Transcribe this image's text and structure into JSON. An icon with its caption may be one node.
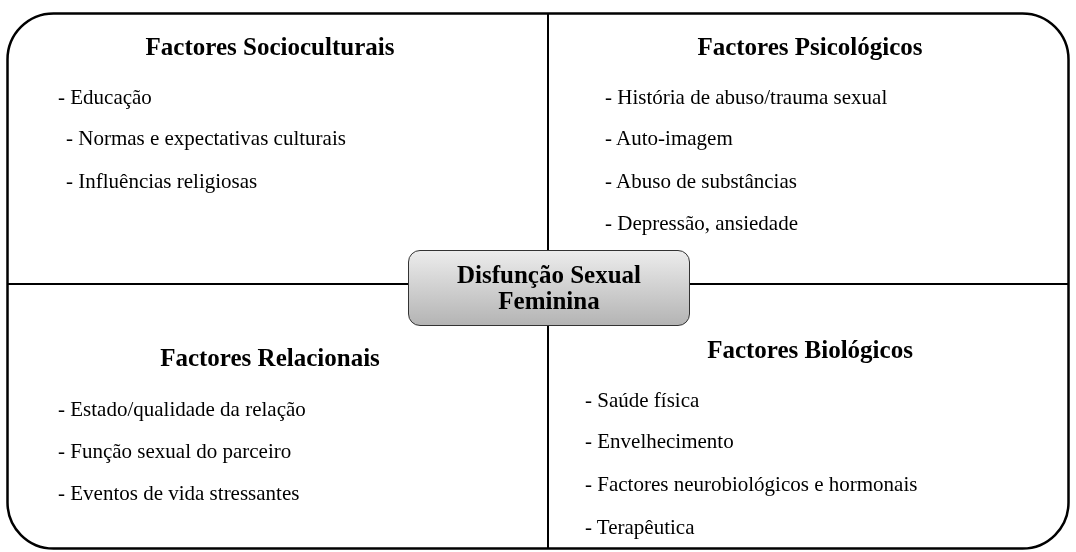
{
  "diagram": {
    "nodes": [
      {
        "text": [],
        "shape": "box"
      },
      {
        "text": [
          "Factores Socioculturais",
          "- Educação",
          "- Normas e expectativas culturais",
          "- Influências religiosas"
        ],
        "in": 0
      },
      {
        "text": [
          "Factores Psicológicos",
          "- História de abuso/trauma sexual",
          "- Auto-imagem",
          "- Abuso de substâncias",
          "- Depressão, ansiedade"
        ],
        "in": 0
      },
      {
        "text": [
          "Disfunção Sexual Feminina"
        ],
        "in": 0
      },
      {
        "text": [
          "Factores Relacionais",
          "- Estado/qualidade da relação",
          "- Função sexual do parceiro",
          "- Eventos de vida stressantes"
        ],
        "in": 0
      },
      {
        "text": [
          "Factores Biológicos",
          "- Saúde física",
          "- Envelhecimento",
          "- Factores neurobiológicos e hormonais",
          "- Terapêutica"
        ],
        "in": 0
      }
    ]
  }
}
